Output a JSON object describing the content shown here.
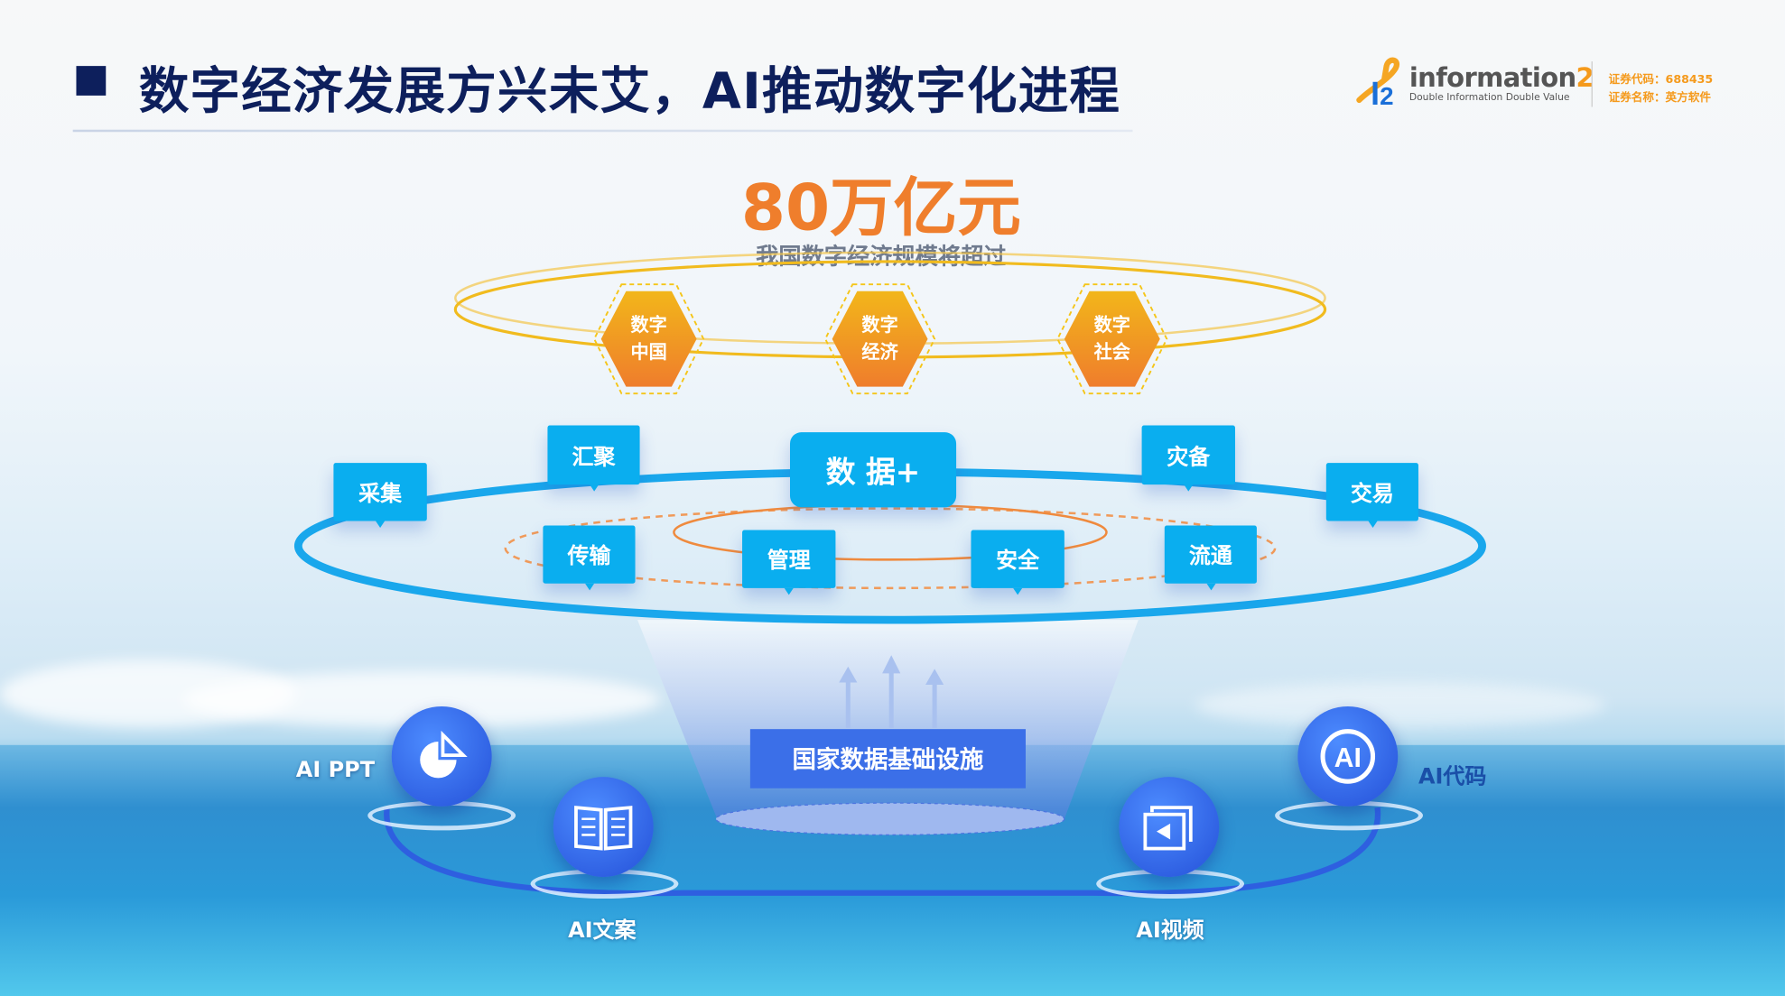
{
  "header": {
    "title": "数字经济发展方兴未艾，AI推动数字化进程"
  },
  "logo": {
    "name_main": "information",
    "name_suffix": "2",
    "tagline": "Double Information Double Value",
    "mark": "i2"
  },
  "stock": {
    "code": "证券代码：688435",
    "name": "证券名称：英方软件"
  },
  "headline": {
    "value": "80万亿元",
    "caption": "我国数字经济规模将超过"
  },
  "hexagons": [
    {
      "line1": "数字",
      "line2": "中国"
    },
    {
      "line1": "数字",
      "line2": "经济"
    },
    {
      "line1": "数字",
      "line2": "社会"
    }
  ],
  "data_ring": {
    "center": "数 据+",
    "tags": [
      "采集",
      "汇聚",
      "传输",
      "管理",
      "安全",
      "流通",
      "灾备",
      "交易"
    ]
  },
  "infrastructure": {
    "label": "国家数据基础设施"
  },
  "ai_apps": [
    {
      "label": "AI  PPT",
      "icon": "pie-chart-icon"
    },
    {
      "label": "AI文案",
      "icon": "book-icon"
    },
    {
      "label": "AI视频",
      "icon": "video-folder-icon"
    },
    {
      "label": "AI代码",
      "icon": "ai-badge-icon"
    }
  ],
  "colors": {
    "navy": "#0d1f5c",
    "orange": "#ef7e2c",
    "blue": "#0aaeef",
    "infra": "#3b6fe8"
  }
}
